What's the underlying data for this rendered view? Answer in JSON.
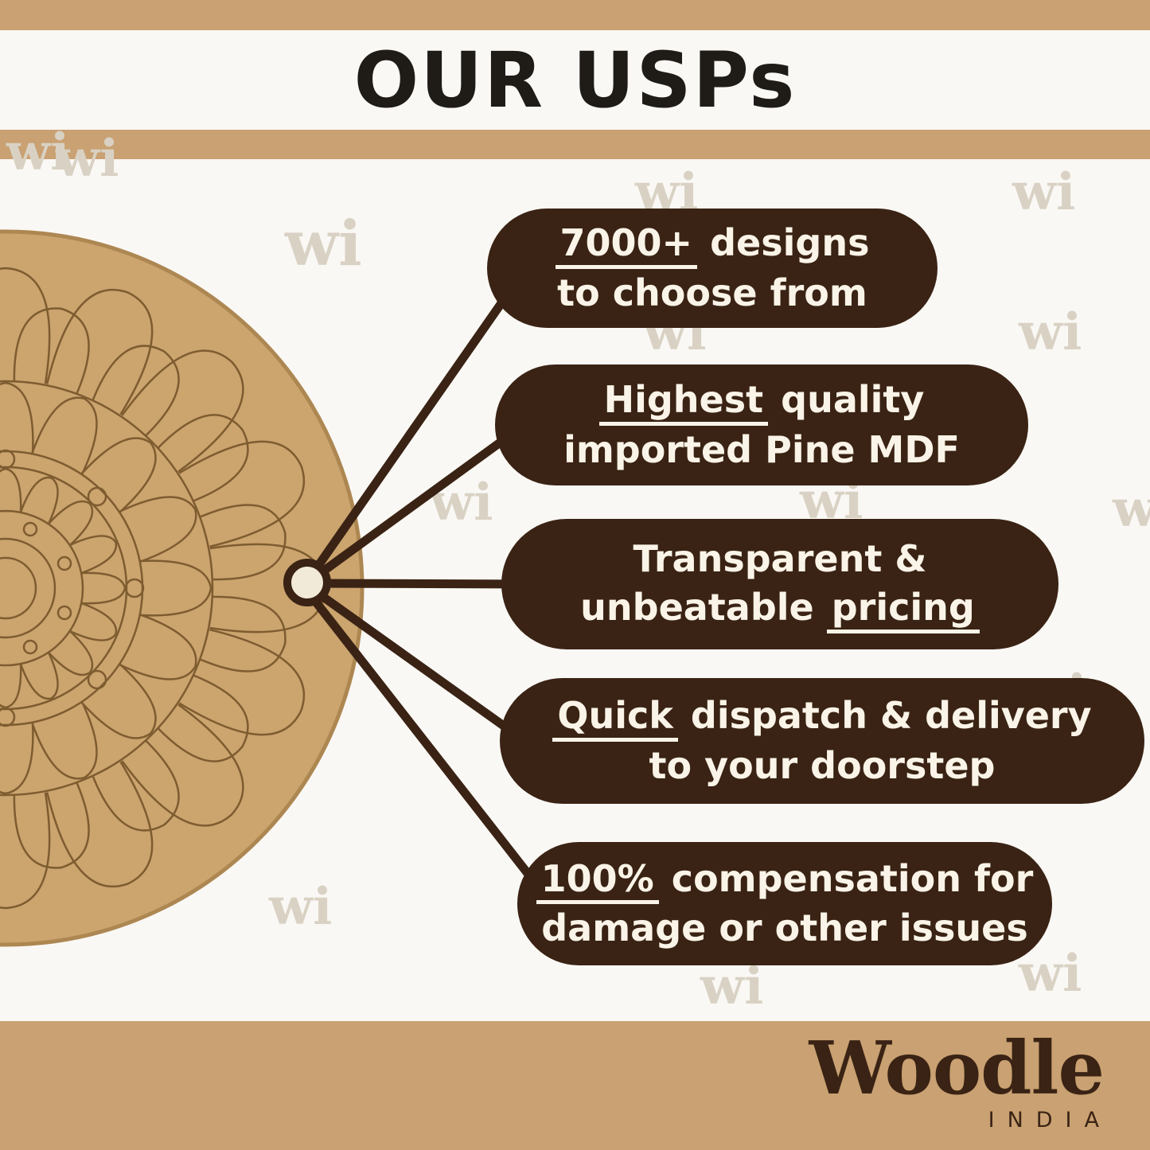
{
  "header": {
    "title": "OUR USPs"
  },
  "watermark": {
    "text": "wi"
  },
  "pills": [
    {
      "lines": [
        [
          {
            "text": "7000+",
            "underline": true
          },
          {
            "text": " designs",
            "underline": false
          }
        ],
        [
          {
            "text": "to choose from",
            "underline": false
          }
        ]
      ]
    },
    {
      "lines": [
        [
          {
            "text": "Highest",
            "underline": true
          },
          {
            "text": " quality",
            "underline": false
          }
        ],
        [
          {
            "text": "imported Pine MDF",
            "underline": false
          }
        ]
      ]
    },
    {
      "lines": [
        [
          {
            "text": "Transparent &",
            "underline": false
          }
        ],
        [
          {
            "text": "unbeatable ",
            "underline": false
          },
          {
            "text": "pricing",
            "underline": true
          }
        ]
      ]
    },
    {
      "lines": [
        [
          {
            "text": "Quick",
            "underline": true
          },
          {
            "text": " dispatch & delivery",
            "underline": false
          }
        ],
        [
          {
            "text": "to your doorstep",
            "underline": false
          }
        ]
      ]
    },
    {
      "lines": [
        [
          {
            "text": "100%",
            "underline": true
          },
          {
            "text": " compensation for",
            "underline": false
          }
        ],
        [
          {
            "text": "damage or other issues",
            "underline": false
          }
        ]
      ]
    }
  ],
  "footer": {
    "brand": "Woodle",
    "country": "INDIA"
  },
  "colors": {
    "band_tan": "#C9A172",
    "pill_brown": "#3A2314",
    "node_cream": "#F2EAD9",
    "mdf_tan": "#CBA46E",
    "background": "#FAF8F5",
    "title_text": "#1F1B17",
    "watermark": "#D9D2C4"
  }
}
